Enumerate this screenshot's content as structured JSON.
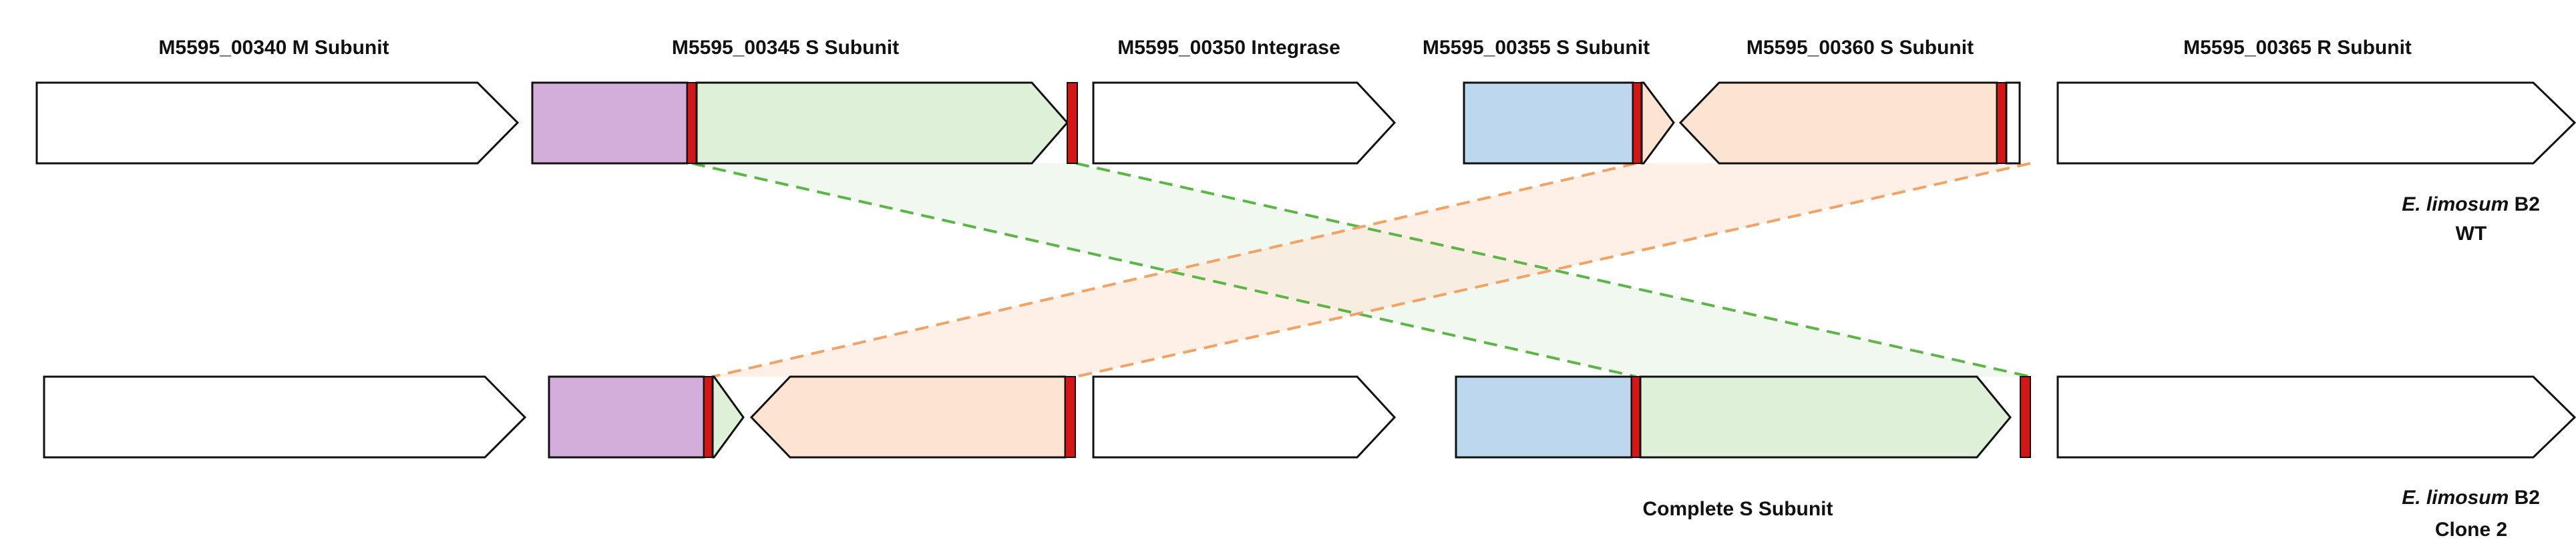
{
  "colors": {
    "purple": "#d4aedb",
    "green": "#dff0d9",
    "blue": "#bcd7ee",
    "peach": "#fde3d1",
    "red": "#d41616",
    "outline": "#111111",
    "green_dash": "#5cb646",
    "orange_dash": "#f4a263"
  },
  "gene_labels": [
    "M5595_00340  M Subunit",
    "M5595_00345  S Subunit",
    "M5595_00350 Integrase",
    "M5595_00355 S Subunit",
    "M5595_00360 S Subunit",
    "M5595_00365 R Subunit"
  ],
  "wt": {
    "species": "E. limosum",
    "strain": "B2",
    "variant": "WT"
  },
  "clone": {
    "species": "E. limosum",
    "strain": "B2",
    "variant": "Clone 2",
    "annotation": "Complete S Subunit"
  }
}
